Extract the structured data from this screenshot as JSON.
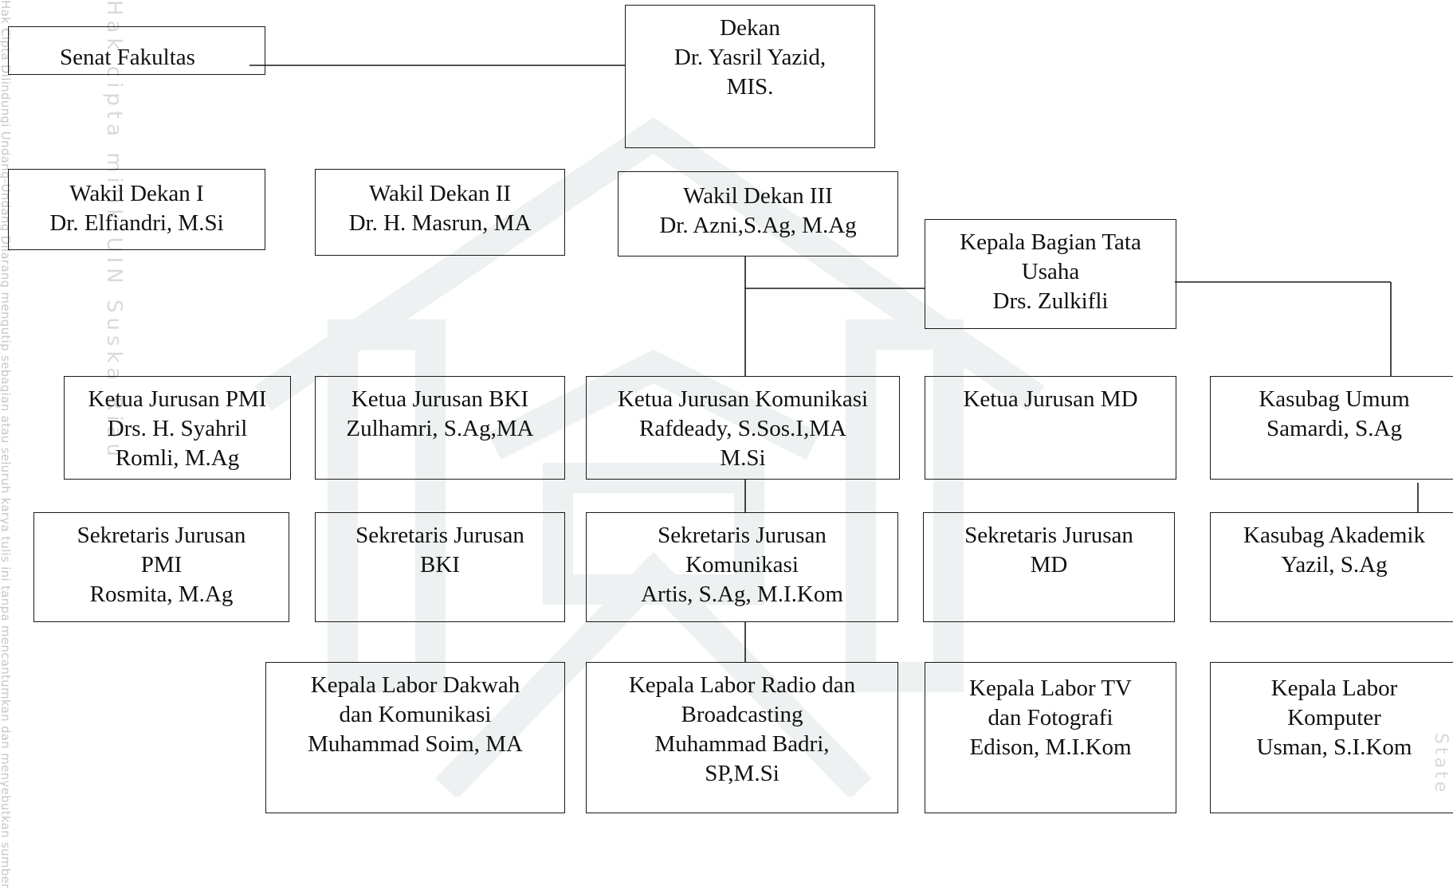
{
  "watermark": {
    "side_text": "Hak Cipta Dilindungi Undang-Undang  Dilarang mengutip sebagian atau seluruh karya tulis ini tanpa mencantumkan dan menyebutkan sumber",
    "vertical_text": "Hak cipta milik UIN Suska Riau",
    "right_text": "State"
  },
  "org_chart": {
    "senat": [
      "Senat Fakultas"
    ],
    "dekan": [
      "Dekan",
      "Dr. Yasril Yazid,",
      "MIS."
    ],
    "wakil_dekan_1": [
      "Wakil Dekan  I",
      "Dr. Elfiandri, M.Si"
    ],
    "wakil_dekan_2": [
      "Wakil Dekan  II",
      "Dr. H. Masrun, MA"
    ],
    "wakil_dekan_3": [
      "Wakil Dekan III",
      "Dr. Azni,S.Ag, M.Ag"
    ],
    "kabag_tu": [
      "Kepala Bagian Tata",
      "Usaha",
      "Drs. Zulkifli"
    ],
    "kajur_pmi": [
      "Ketua Jurusan PMI",
      "Drs. H. Syahril",
      "Romli, M.Ag"
    ],
    "kajur_bki": [
      "Ketua Jurusan BKI",
      "Zulhamri, S.Ag,MA"
    ],
    "kajur_kom": [
      "Ketua Jurusan Komunikasi",
      "Rafdeady, S.Sos.I,MA",
      "M.Si"
    ],
    "kajur_md": [
      "Ketua Jurusan MD"
    ],
    "kasubag_umum": [
      "Kasubag Umum",
      "Samardi, S.Ag"
    ],
    "sekjur_pmi": [
      "Sekretaris Jurusan",
      "PMI",
      "Rosmita, M.Ag"
    ],
    "sekjur_bki": [
      "Sekretaris Jurusan",
      "BKI"
    ],
    "sekjur_kom": [
      "Sekretaris Jurusan",
      "Komunikasi",
      "Artis, S.Ag, M.I.Kom"
    ],
    "sekjur_md": [
      "Sekretaris Jurusan",
      "MD"
    ],
    "kasubag_akademik": [
      "Kasubag Akademik",
      "Yazil, S.Ag"
    ],
    "labor_dakwah": [
      "Kepala Labor Dakwah",
      "dan  Komunikasi",
      "Muhammad Soim, MA"
    ],
    "labor_radio": [
      "Kepala Labor Radio dan",
      "Broadcasting",
      "Muhammad Badri,",
      "SP,M.Si"
    ],
    "labor_tv": [
      "Kepala Labor TV",
      "dan Fotografi",
      "Edison, M.I.Kom"
    ],
    "labor_komputer": [
      "Kepala Labor",
      "Komputer",
      "Usman, S.I.Kom"
    ]
  }
}
